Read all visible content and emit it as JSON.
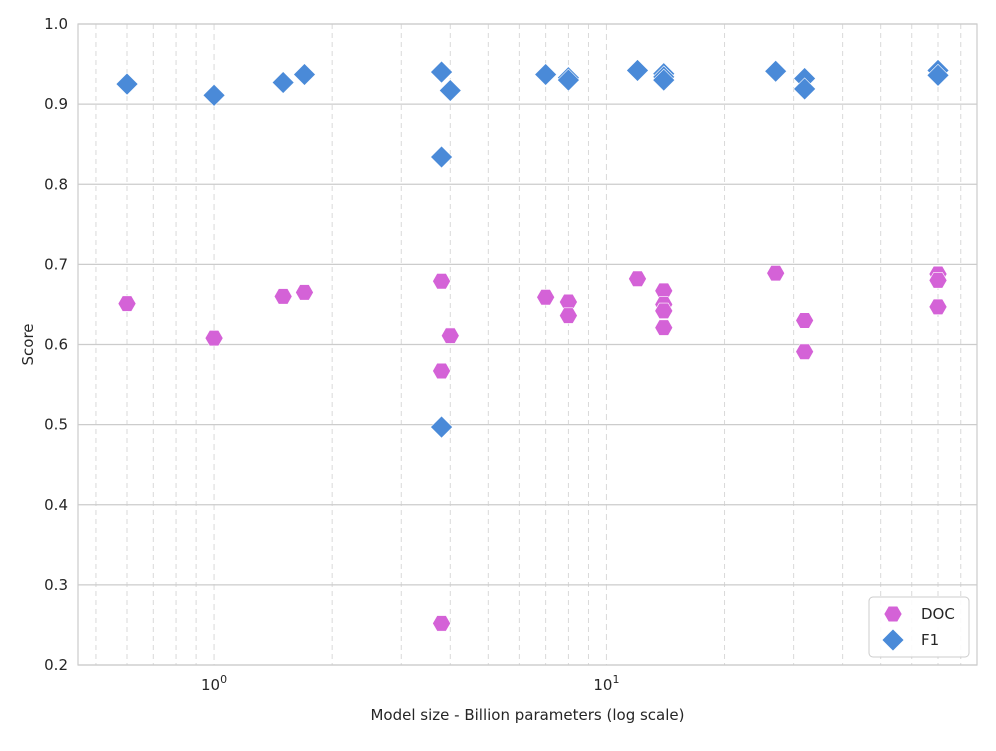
{
  "chart_data": {
    "type": "scatter",
    "title": "",
    "xlabel": "Model size - Billion parameters (log scale)",
    "ylabel": "Score",
    "x_scale": "log",
    "xlim": [
      0.45,
      88
    ],
    "ylim": [
      0.2,
      1.0
    ],
    "x_ticks": [
      {
        "value": 1,
        "base": "10",
        "exp": "0"
      },
      {
        "value": 10,
        "base": "10",
        "exp": "1"
      }
    ],
    "y_ticks": [
      {
        "value": 0.2,
        "label": "0.2"
      },
      {
        "value": 0.3,
        "label": "0.3"
      },
      {
        "value": 0.4,
        "label": "0.4"
      },
      {
        "value": 0.5,
        "label": "0.5"
      },
      {
        "value": 0.6,
        "label": "0.6"
      },
      {
        "value": 0.7,
        "label": "0.7"
      },
      {
        "value": 0.8,
        "label": "0.8"
      },
      {
        "value": 0.9,
        "label": "0.9"
      },
      {
        "value": 1.0,
        "label": "1.0"
      }
    ],
    "grid": {
      "major": true,
      "minor_x": true
    },
    "legend": {
      "position": "bottom-right"
    },
    "series": [
      {
        "name": "DOC",
        "marker": "hexagon",
        "color": "#d462d7",
        "points": [
          {
            "x": 0.6,
            "y": 0.651
          },
          {
            "x": 1.0,
            "y": 0.608
          },
          {
            "x": 1.5,
            "y": 0.66
          },
          {
            "x": 1.7,
            "y": 0.665
          },
          {
            "x": 3.8,
            "y": 0.679
          },
          {
            "x": 4.0,
            "y": 0.611
          },
          {
            "x": 3.8,
            "y": 0.567
          },
          {
            "x": 3.8,
            "y": 0.252
          },
          {
            "x": 7.0,
            "y": 0.659
          },
          {
            "x": 8.0,
            "y": 0.653
          },
          {
            "x": 8.0,
            "y": 0.636
          },
          {
            "x": 12.0,
            "y": 0.682
          },
          {
            "x": 14.0,
            "y": 0.667
          },
          {
            "x": 14.0,
            "y": 0.65
          },
          {
            "x": 14.0,
            "y": 0.642
          },
          {
            "x": 14.0,
            "y": 0.621
          },
          {
            "x": 27.0,
            "y": 0.689
          },
          {
            "x": 32.0,
            "y": 0.63
          },
          {
            "x": 32.0,
            "y": 0.591
          },
          {
            "x": 70.0,
            "y": 0.688
          },
          {
            "x": 70.0,
            "y": 0.68
          },
          {
            "x": 70.0,
            "y": 0.647
          }
        ]
      },
      {
        "name": "F1",
        "marker": "diamond",
        "color": "#4a8ad8",
        "points": [
          {
            "x": 0.6,
            "y": 0.925
          },
          {
            "x": 1.0,
            "y": 0.911
          },
          {
            "x": 1.5,
            "y": 0.927
          },
          {
            "x": 1.7,
            "y": 0.937
          },
          {
            "x": 3.8,
            "y": 0.94
          },
          {
            "x": 4.0,
            "y": 0.917
          },
          {
            "x": 3.8,
            "y": 0.834
          },
          {
            "x": 3.8,
            "y": 0.497
          },
          {
            "x": 7.0,
            "y": 0.937
          },
          {
            "x": 8.0,
            "y": 0.933
          },
          {
            "x": 8.0,
            "y": 0.93
          },
          {
            "x": 12.0,
            "y": 0.942
          },
          {
            "x": 14.0,
            "y": 0.938
          },
          {
            "x": 14.0,
            "y": 0.934
          },
          {
            "x": 14.0,
            "y": 0.93
          },
          {
            "x": 27.0,
            "y": 0.941
          },
          {
            "x": 32.0,
            "y": 0.932
          },
          {
            "x": 32.0,
            "y": 0.919
          },
          {
            "x": 70.0,
            "y": 0.942
          },
          {
            "x": 70.0,
            "y": 0.936
          }
        ]
      }
    ]
  }
}
